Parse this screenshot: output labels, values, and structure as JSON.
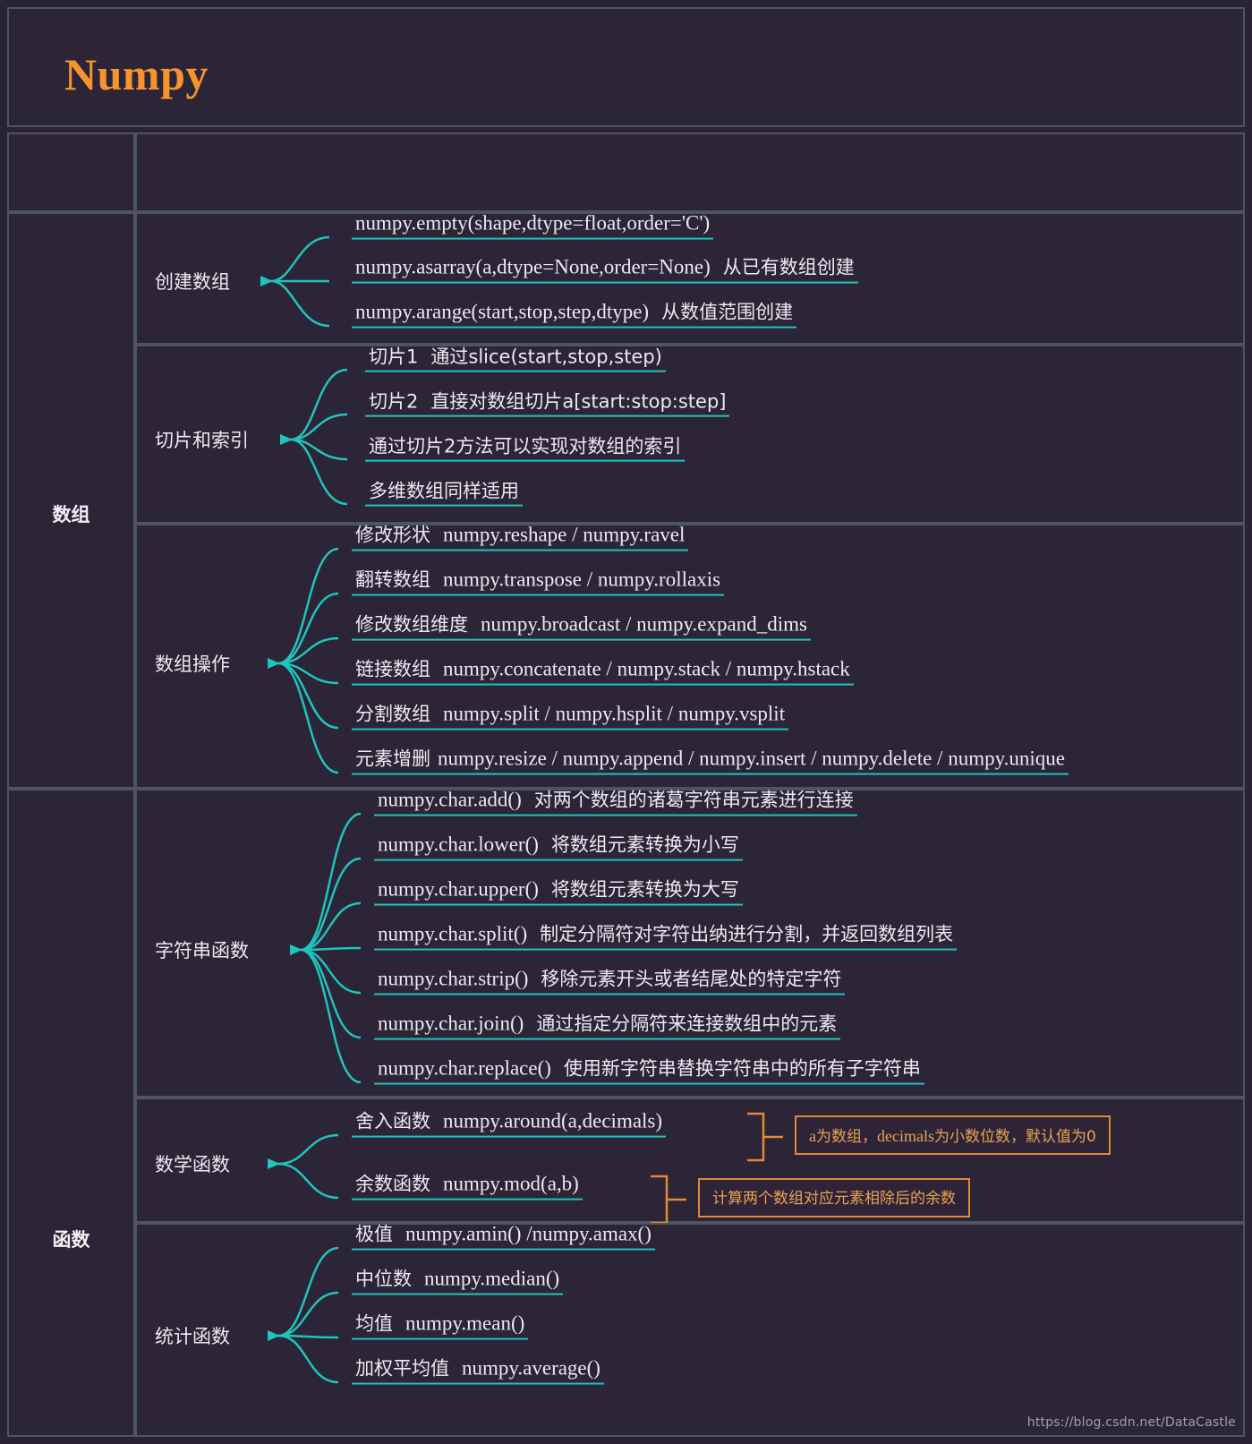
{
  "header": {
    "title": "Numpy"
  },
  "colors": {
    "background": "#2a2235",
    "cell_background": "#2c2437",
    "border": "#4d5563",
    "title_accent": "#f5932e",
    "branch_line": "#1fc4bd",
    "callout": "#e08a34",
    "text": "#eceaf1"
  },
  "categories": [
    {
      "label": "数组"
    },
    {
      "label": "函数"
    }
  ],
  "sections": [
    {
      "id": "empty-row",
      "category": "",
      "node": "",
      "leaves": []
    },
    {
      "id": "create-array",
      "category": "数组",
      "node": "创建数组",
      "leaves": [
        {
          "code": "numpy.empty(shape,dtype=float,order='C')",
          "note": ""
        },
        {
          "code": "numpy.asarray(a,dtype=None,order=None)",
          "note": "从已有数组创建"
        },
        {
          "code": "numpy.arange(start,stop,step,dtype)",
          "note": "从数值范围创建"
        }
      ]
    },
    {
      "id": "slice-index",
      "category": "数组",
      "node": "切片和索引",
      "leaves": [
        {
          "code": "切片1",
          "note": "通过slice(start,stop,step)"
        },
        {
          "code": "切片2",
          "note": "直接对数组切片a[start:stop:step]"
        },
        {
          "code": "通过切片2方法可以实现对数组的索引",
          "note": ""
        },
        {
          "code": "多维数组同样适用",
          "note": ""
        }
      ]
    },
    {
      "id": "array-ops",
      "category": "数组",
      "node": "数组操作",
      "leaves": [
        {
          "code": "修改形状",
          "note": "numpy.reshape / numpy.ravel"
        },
        {
          "code": "翻转数组",
          "note": "numpy.transpose / numpy.rollaxis"
        },
        {
          "code": "修改数组维度",
          "note": "numpy.broadcast / numpy.expand_dims"
        },
        {
          "code": "链接数组",
          "note": "numpy.concatenate / numpy.stack / numpy.hstack"
        },
        {
          "code": "分割数组",
          "note": "numpy.split / numpy.hsplit / numpy.vsplit"
        },
        {
          "code": "元素增删",
          "note": "numpy.resize / numpy.append / numpy.insert / numpy.delete / numpy.unique"
        }
      ]
    },
    {
      "id": "string-functions",
      "category": "函数",
      "node": "字符串函数",
      "leaves": [
        {
          "code": "numpy.char.add()",
          "note": "对两个数组的诸葛字符串元素进行连接"
        },
        {
          "code": "numpy.char.lower()",
          "note": "将数组元素转换为小写"
        },
        {
          "code": "numpy.char.upper()",
          "note": "将数组元素转换为大写"
        },
        {
          "code": "numpy.char.split()",
          "note": "制定分隔符对字符出纳进行分割，并返回数组列表"
        },
        {
          "code": "numpy.char.strip()",
          "note": "移除元素开头或者结尾处的特定字符"
        },
        {
          "code": "numpy.char.join()",
          "note": "通过指定分隔符来连接数组中的元素"
        },
        {
          "code": "numpy.char.replace()",
          "note": "使用新字符串替换字符串中的所有子字符串"
        }
      ]
    },
    {
      "id": "math-functions",
      "category": "函数",
      "node": "数学函数",
      "leaves": [
        {
          "code": "舍入函数",
          "note": "numpy.around(a,decimals)"
        },
        {
          "code": "余数函数",
          "note": "numpy.mod(a,b)"
        }
      ],
      "callouts": [
        {
          "text": "a为数组，decimals为小数位数，默认值为0"
        },
        {
          "text": "计算两个数组对应元素相除后的余数"
        }
      ]
    },
    {
      "id": "stat-functions",
      "category": "函数",
      "node": "统计函数",
      "leaves": [
        {
          "code": "极值",
          "note": "numpy.amin() /numpy.amax()"
        },
        {
          "code": "中位数",
          "note": "numpy.median()"
        },
        {
          "code": "均值",
          "note": "numpy.mean()"
        },
        {
          "code": "加权平均值",
          "note": "numpy.average()"
        }
      ]
    }
  ],
  "watermark": "https://blog.csdn.net/DataCastle"
}
